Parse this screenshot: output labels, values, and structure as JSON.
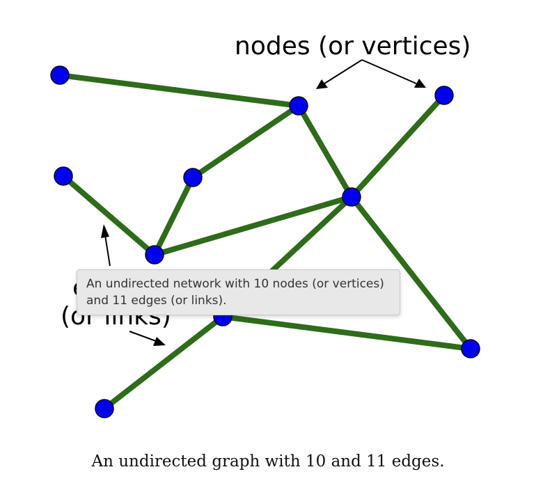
{
  "diagram": {
    "label_nodes": "nodes (or vertices)",
    "label_edges_partial": "(or links)",
    "label_edges_hidden": "edges",
    "node_count": 10,
    "edge_count": 11,
    "edge_color": "#2e6b1a",
    "node_color": "#0000ee"
  },
  "tooltip": {
    "text": "An undirected network with 10 nodes (or vertices) and 11 edges (or links)."
  },
  "caption": {
    "text": "An undirected graph with 10 and 11 edges."
  }
}
